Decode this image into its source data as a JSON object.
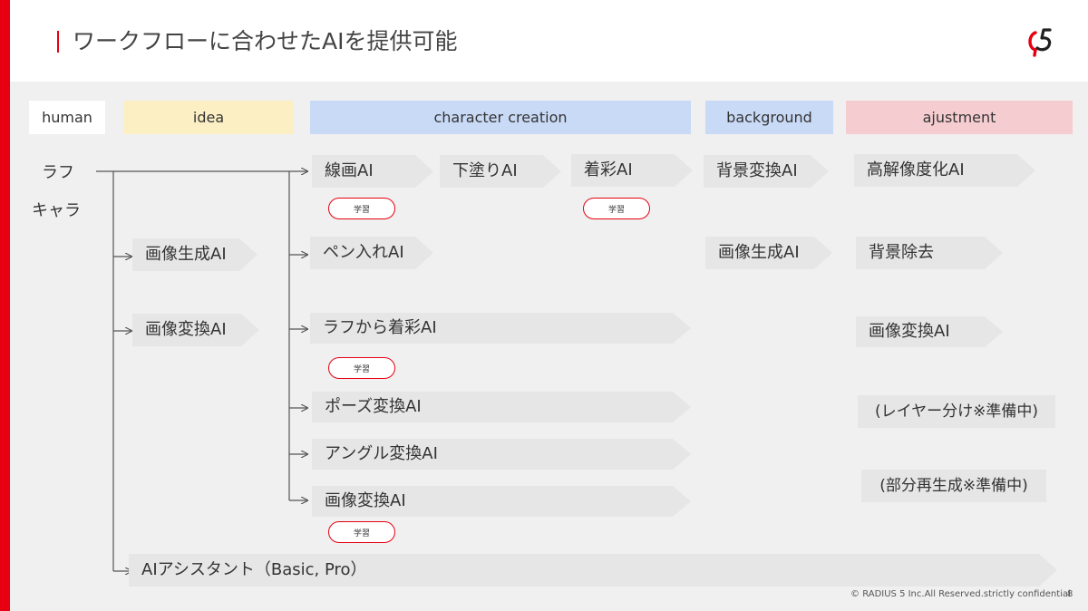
{
  "title": "ワークフローに合わせたAIを提供可能",
  "colors": {
    "accent": "#e60012"
  },
  "logo_icon": "radius5-logo-icon",
  "columns": [
    {
      "label": "human",
      "color": "#ffffff"
    },
    {
      "label": "idea",
      "color": "#fcefc4"
    },
    {
      "label": "character creation",
      "color": "#c9daf6"
    },
    {
      "label": "background",
      "color": "#c9daf6"
    },
    {
      "label": "ajustment",
      "color": "#f5cdd0"
    }
  ],
  "inputs": {
    "rough": "ラフ",
    "character": "キャラ"
  },
  "idea": {
    "generate": "画像生成AI",
    "convert": "画像変換AI"
  },
  "character_creation": {
    "lineart": "線画AI",
    "underpaint": "下塗りAI",
    "coloring": "着彩AI",
    "inking": "ペン入れAI",
    "rough_coloring": "ラフから着彩AI",
    "pose": "ポーズ変換AI",
    "angle": "アングル変換AI",
    "convert": "画像変換AI"
  },
  "background": {
    "convert": "背景変換AI",
    "generate": "画像生成AI"
  },
  "adjustment": {
    "upscale": "高解像度化AI",
    "bg_remove": "背景除去",
    "convert": "画像変換AI",
    "layer": "(レイヤー分け※準備中)",
    "regen": "(部分再生成※準備中)"
  },
  "badge_label": "学習",
  "assistant": "AIアシスタント（Basic, Pro）",
  "footer": {
    "copyright": "RADIUS 5 Inc.All Reserved.strictly confidential",
    "copyright_icon": "copyright-icon",
    "page": "8"
  }
}
